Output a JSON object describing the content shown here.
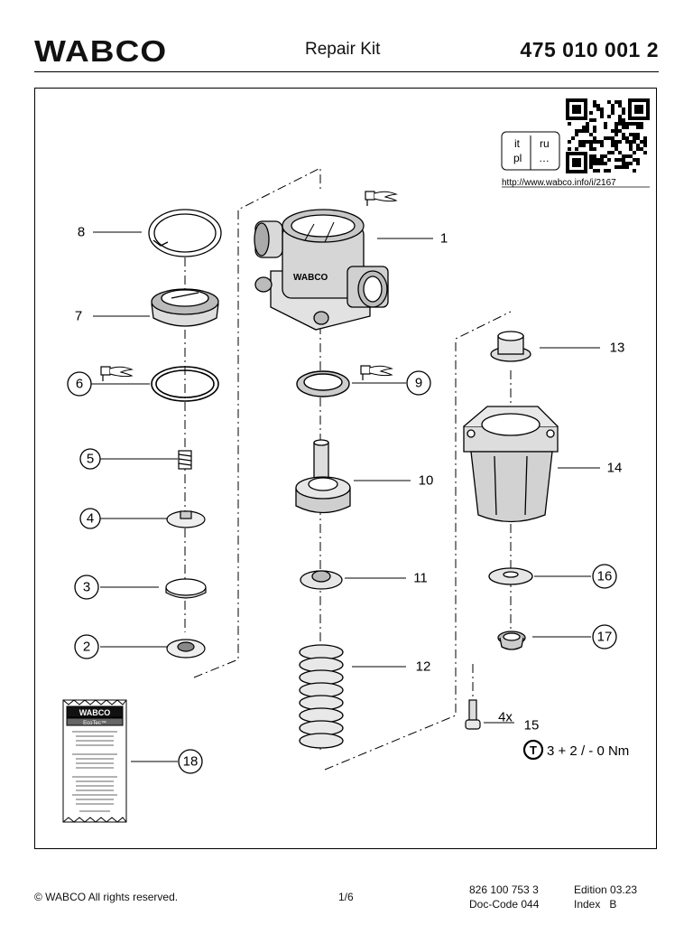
{
  "header": {
    "brand": "WABCO",
    "title": "Repair Kit",
    "part_number": "475 010 001 2"
  },
  "info_box": {
    "languages": [
      "it",
      "ru",
      "pl",
      "…"
    ],
    "url": "http://www.wabco.info/i/2167"
  },
  "callouts": {
    "c1": "1",
    "c2": "2",
    "c3": "3",
    "c4": "4",
    "c5": "5",
    "c6": "6",
    "c7": "7",
    "c8": "8",
    "c9": "9",
    "c10": "10",
    "c11": "11",
    "c12": "12",
    "c13": "13",
    "c14": "14",
    "c15": "15",
    "c16": "16",
    "c17": "17",
    "c18": "18"
  },
  "screw_note": {
    "quantity": "4x",
    "torque": "3 + 2 / - 0 Nm",
    "torque_symbol": "T"
  },
  "grease_pack": {
    "brand": "WABCO",
    "product": "EcoTec™"
  },
  "footer": {
    "copyright": "© WABCO All rights reserved.",
    "page": "1/6",
    "doc_number": "826 100 753 3",
    "doc_code": "Doc-Code 044",
    "edition": "Edition 03.23",
    "index": "Index   B"
  }
}
